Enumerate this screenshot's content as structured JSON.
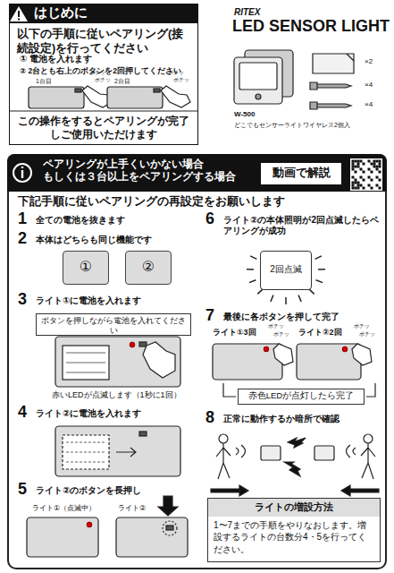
{
  "diagram": {
    "title": "LED SENSOR LIGHT",
    "nodes": [
      {
        "text": [
          "以下の手順に従いペアリング(接続設定)を行ってください",
          "この操作をするとペアリングが完了しご使用いただけます"
        ]
      },
      {
        "text": [
          "はじめに"
        ],
        "in": 0
      },
      {
        "text": [
          "下記手順に従いペアリングの再設定をお願いします"
        ]
      },
      {
        "text": [
          "ペアリングが上手くいかない場合 もしくは３台以上をペアリングする場合"
        ],
        "in": 2
      },
      {
        "text": [
          "動画で解説"
        ],
        "in": 3
      },
      {
        "text": [
          "①"
        ],
        "in": 2
      },
      {
        "text": [
          "②"
        ],
        "in": 2
      },
      {
        "text": [
          "ボタンを押しながら電池を入れてください"
        ],
        "in": 2
      },
      {
        "text": [
          "2回点滅"
        ],
        "in": 2
      },
      {
        "text": [
          "赤色LEDが点灯したら完了"
        ],
        "in": 2
      },
      {
        "text": [
          "ライトの増設方法",
          "1〜7までの手順をやりなおします。増設するライトの台数分4・5を行ってください。"
        ],
        "in": 2
      }
    ],
    "labels": [
      "① 電池を入れます",
      "② 2台とも右上のボタンを2回押してください",
      "1台目",
      "2台目",
      "ポチッ",
      "ポチッ",
      "ポチッ",
      "ポチッ",
      "RITEX",
      "×2",
      "×4",
      "×4",
      "W-500",
      "どこでもセンサーライトワイヤレス2個入",
      "1",
      "全ての電池を抜きます",
      "2",
      "本体はどちらも同じ機能です",
      "3",
      "ライト①に電池を入れます",
      "赤いLEDが点滅します（1秒に1回）",
      "4",
      "ライト②に電池を入れます",
      "5",
      "ライト②のボタンを長押し",
      "ライト①（点滅中）",
      "ライト②",
      "6",
      "ライト②の本体照明が2回点滅したらペアリングが成功",
      "7",
      "最後に各ボタンを押して完了",
      "ライト①3回",
      "ライト②2回",
      "ポチッ",
      "ポチッ",
      "ポチッ",
      "ポチッ",
      "8",
      "正常に動作するか暗所で確認"
    ]
  }
}
